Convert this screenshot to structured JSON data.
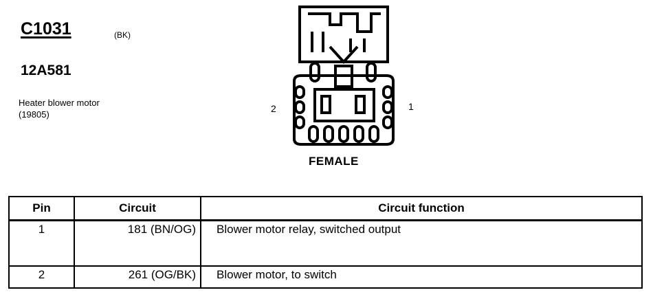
{
  "connector": {
    "id": "C1031",
    "color": "(BK)",
    "part_number": "12A581",
    "description": "Heater blower motor (19805)",
    "gender": "FEMALE",
    "pin_labels": {
      "left": "2",
      "right": "1"
    }
  },
  "table": {
    "headers": {
      "pin": "Pin",
      "circuit": "Circuit",
      "function": "Circuit function"
    },
    "rows": [
      {
        "pin": "1",
        "circuit": "181 (BN/OG)",
        "function": "Blower motor relay, switched output"
      },
      {
        "pin": "2",
        "circuit": "261 (OG/BK)",
        "function": "Blower motor, to switch"
      }
    ]
  }
}
